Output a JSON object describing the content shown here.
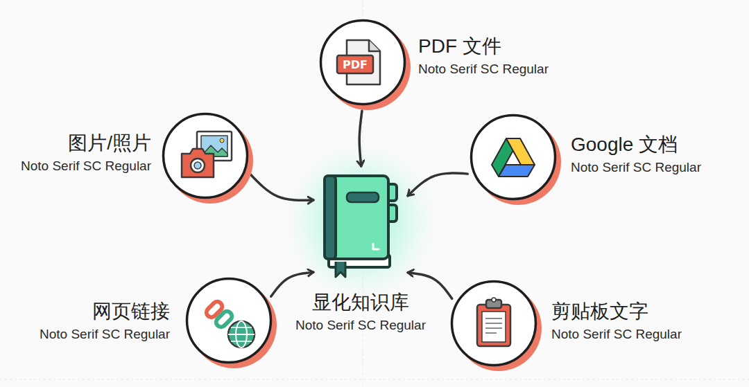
{
  "diagram": {
    "nodes": [
      {
        "text": [
          "PDF 文件",
          "Noto Serif SC Regular"
        ]
      },
      {
        "text": [
          "图片/照片",
          "Noto Serif SC Regular"
        ]
      },
      {
        "text": [
          "Google 文档",
          "Noto Serif SC Regular"
        ]
      },
      {
        "text": [
          "显化知识库",
          "Noto Serif SC Regular"
        ]
      },
      {
        "text": [
          "网页链接",
          "Noto Serif SC Regular"
        ]
      },
      {
        "text": [
          "剪贴板文字",
          "Noto Serif SC Regular"
        ]
      }
    ],
    "edges": [
      {
        "from": 0,
        "to": 3,
        "arrow": "to"
      },
      {
        "from": 1,
        "to": 3,
        "arrow": "to"
      },
      {
        "from": 2,
        "to": 3,
        "arrow": "to"
      },
      {
        "from": 4,
        "to": 3,
        "arrow": "to"
      },
      {
        "from": 5,
        "to": 3,
        "arrow": "to"
      }
    ],
    "labels": [
      "PDF"
    ]
  }
}
